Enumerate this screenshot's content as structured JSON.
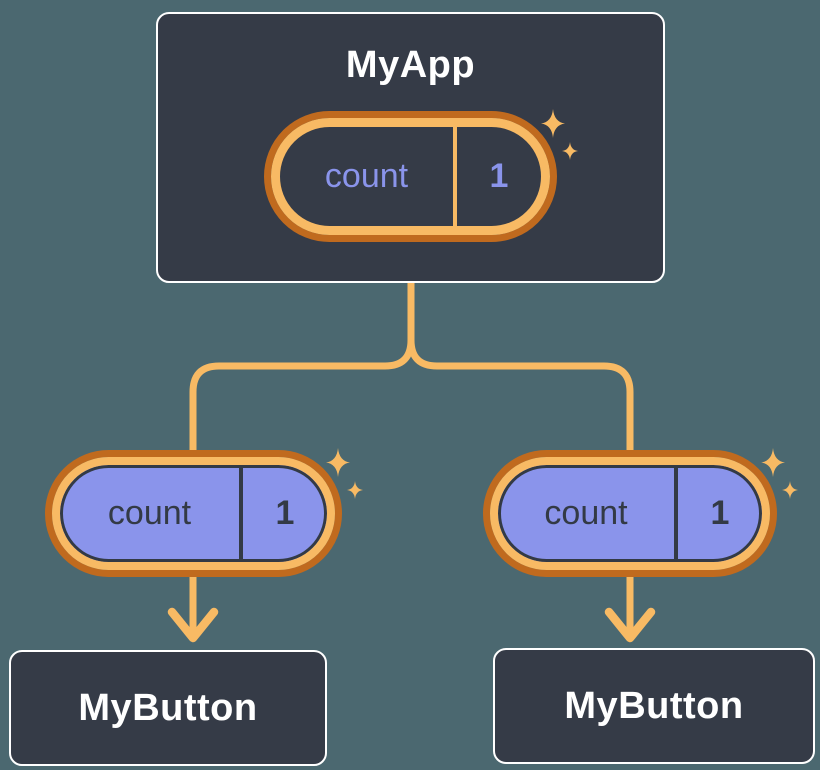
{
  "diagram": {
    "description": "Component tree with shared state passed down as props",
    "root": {
      "title": "MyApp",
      "state_pill": {
        "name": "count",
        "value": "1"
      }
    },
    "children": [
      {
        "title": "MyButton",
        "prop_pill": {
          "name": "count",
          "value": "1"
        }
      },
      {
        "title": "MyButton",
        "prop_pill": {
          "name": "count",
          "value": "1"
        }
      }
    ],
    "colors": {
      "background": "#4B6870",
      "node_fill": "#353B47",
      "node_border": "#FFFFFF",
      "connector": "#F8BA64",
      "ring_outer": "#C06A1E",
      "ring_inner": "#F8BA64",
      "pill_purple": "#8A94EB",
      "text_light": "#FFFFFF",
      "text_dark": "#333A45",
      "text_purple": "#8A94EB"
    }
  }
}
